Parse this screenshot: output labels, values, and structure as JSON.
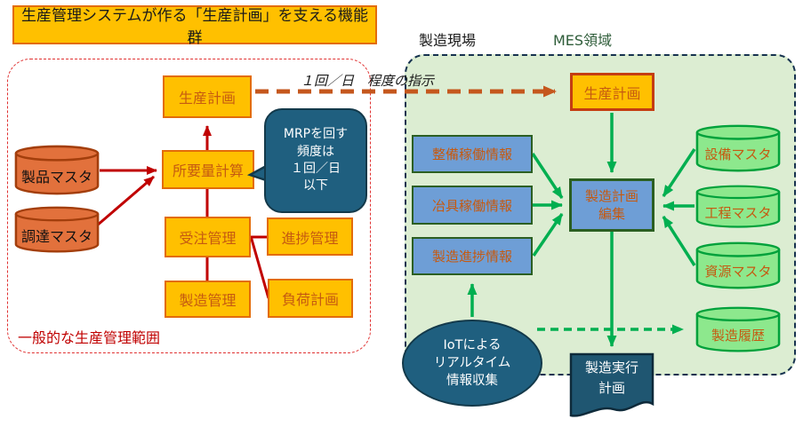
{
  "title_banner": "生産管理システムが作る「生産計画」を支える機能群",
  "left_region": {
    "caption": "一般的な生産管理範囲",
    "boxes": {
      "production_plan": "生産計画",
      "requirements_calc": "所要量計算",
      "order_mgmt": "受注管理",
      "progress_mgmt": "進捗管理",
      "manufacturing_mgmt": "製造管理",
      "load_plan": "負荷計画"
    },
    "databases": {
      "product_master": "製品マスタ",
      "procurement_master": "調達マスタ"
    }
  },
  "callout": {
    "text": "MRPを回す\n頻度は\n１回／日\n以下"
  },
  "instruction_arrow": {
    "label": "１回／日　程度の指示"
  },
  "right_region": {
    "labels": {
      "shop_floor": "製造現場",
      "mes_domain": "MES領域"
    },
    "boxes": {
      "production_plan": "生産計画",
      "equipment_op_info": "整備稼働情報",
      "jig_op_info": "冶具稼働情報",
      "mfg_progress_info": "製造進捗情報",
      "mfg_plan_edit": "製造計画\n編集"
    },
    "databases": {
      "equipment_master": "設備マスタ",
      "process_master": "工程マスタ",
      "resource_master": "資源マスタ",
      "mfg_history": "製造履歴"
    },
    "iot_ellipse": "IoTによる\nリアルタイム\n情報収集",
    "execution_doc": "製造実行\n計画"
  },
  "colors": {
    "box_fill": "#FFC000",
    "box_border": "#E36C09",
    "box_text": "#C55A11",
    "red_connector": "#C00000",
    "green_connector": "#00AF50",
    "orange_dashed_arrow": "#C5571D",
    "left_cylinder_fill": "#E2713C",
    "green_cylinder_fill": "#8DE88D",
    "green_panel_fill": "#DCEDD2",
    "teal_shape_fill": "#1F5F7F",
    "blue_box_fill": "#6E9ED6",
    "blue_box_border": "#2B5F22"
  }
}
